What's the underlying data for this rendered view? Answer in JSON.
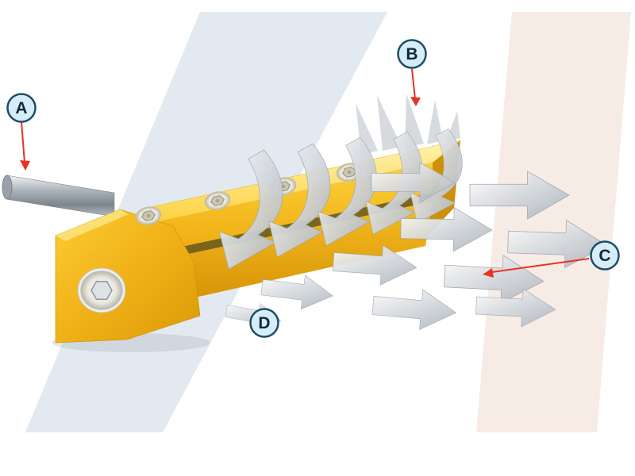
{
  "labels": {
    "a": "A",
    "b": "B",
    "c": "C",
    "d": "D"
  },
  "colors": {
    "badge_fill": "#d6edf8",
    "badge_border": "#1d4e66",
    "badge_text": "#102a3a",
    "callout_arrow": "#e63323",
    "body_yellow": "#f5b91c",
    "airflow_gray": "#c2c8cf",
    "band_blue": "#e2e9f0",
    "band_pink": "#f7ebe5",
    "tube_silver": "#aeb5bc"
  }
}
